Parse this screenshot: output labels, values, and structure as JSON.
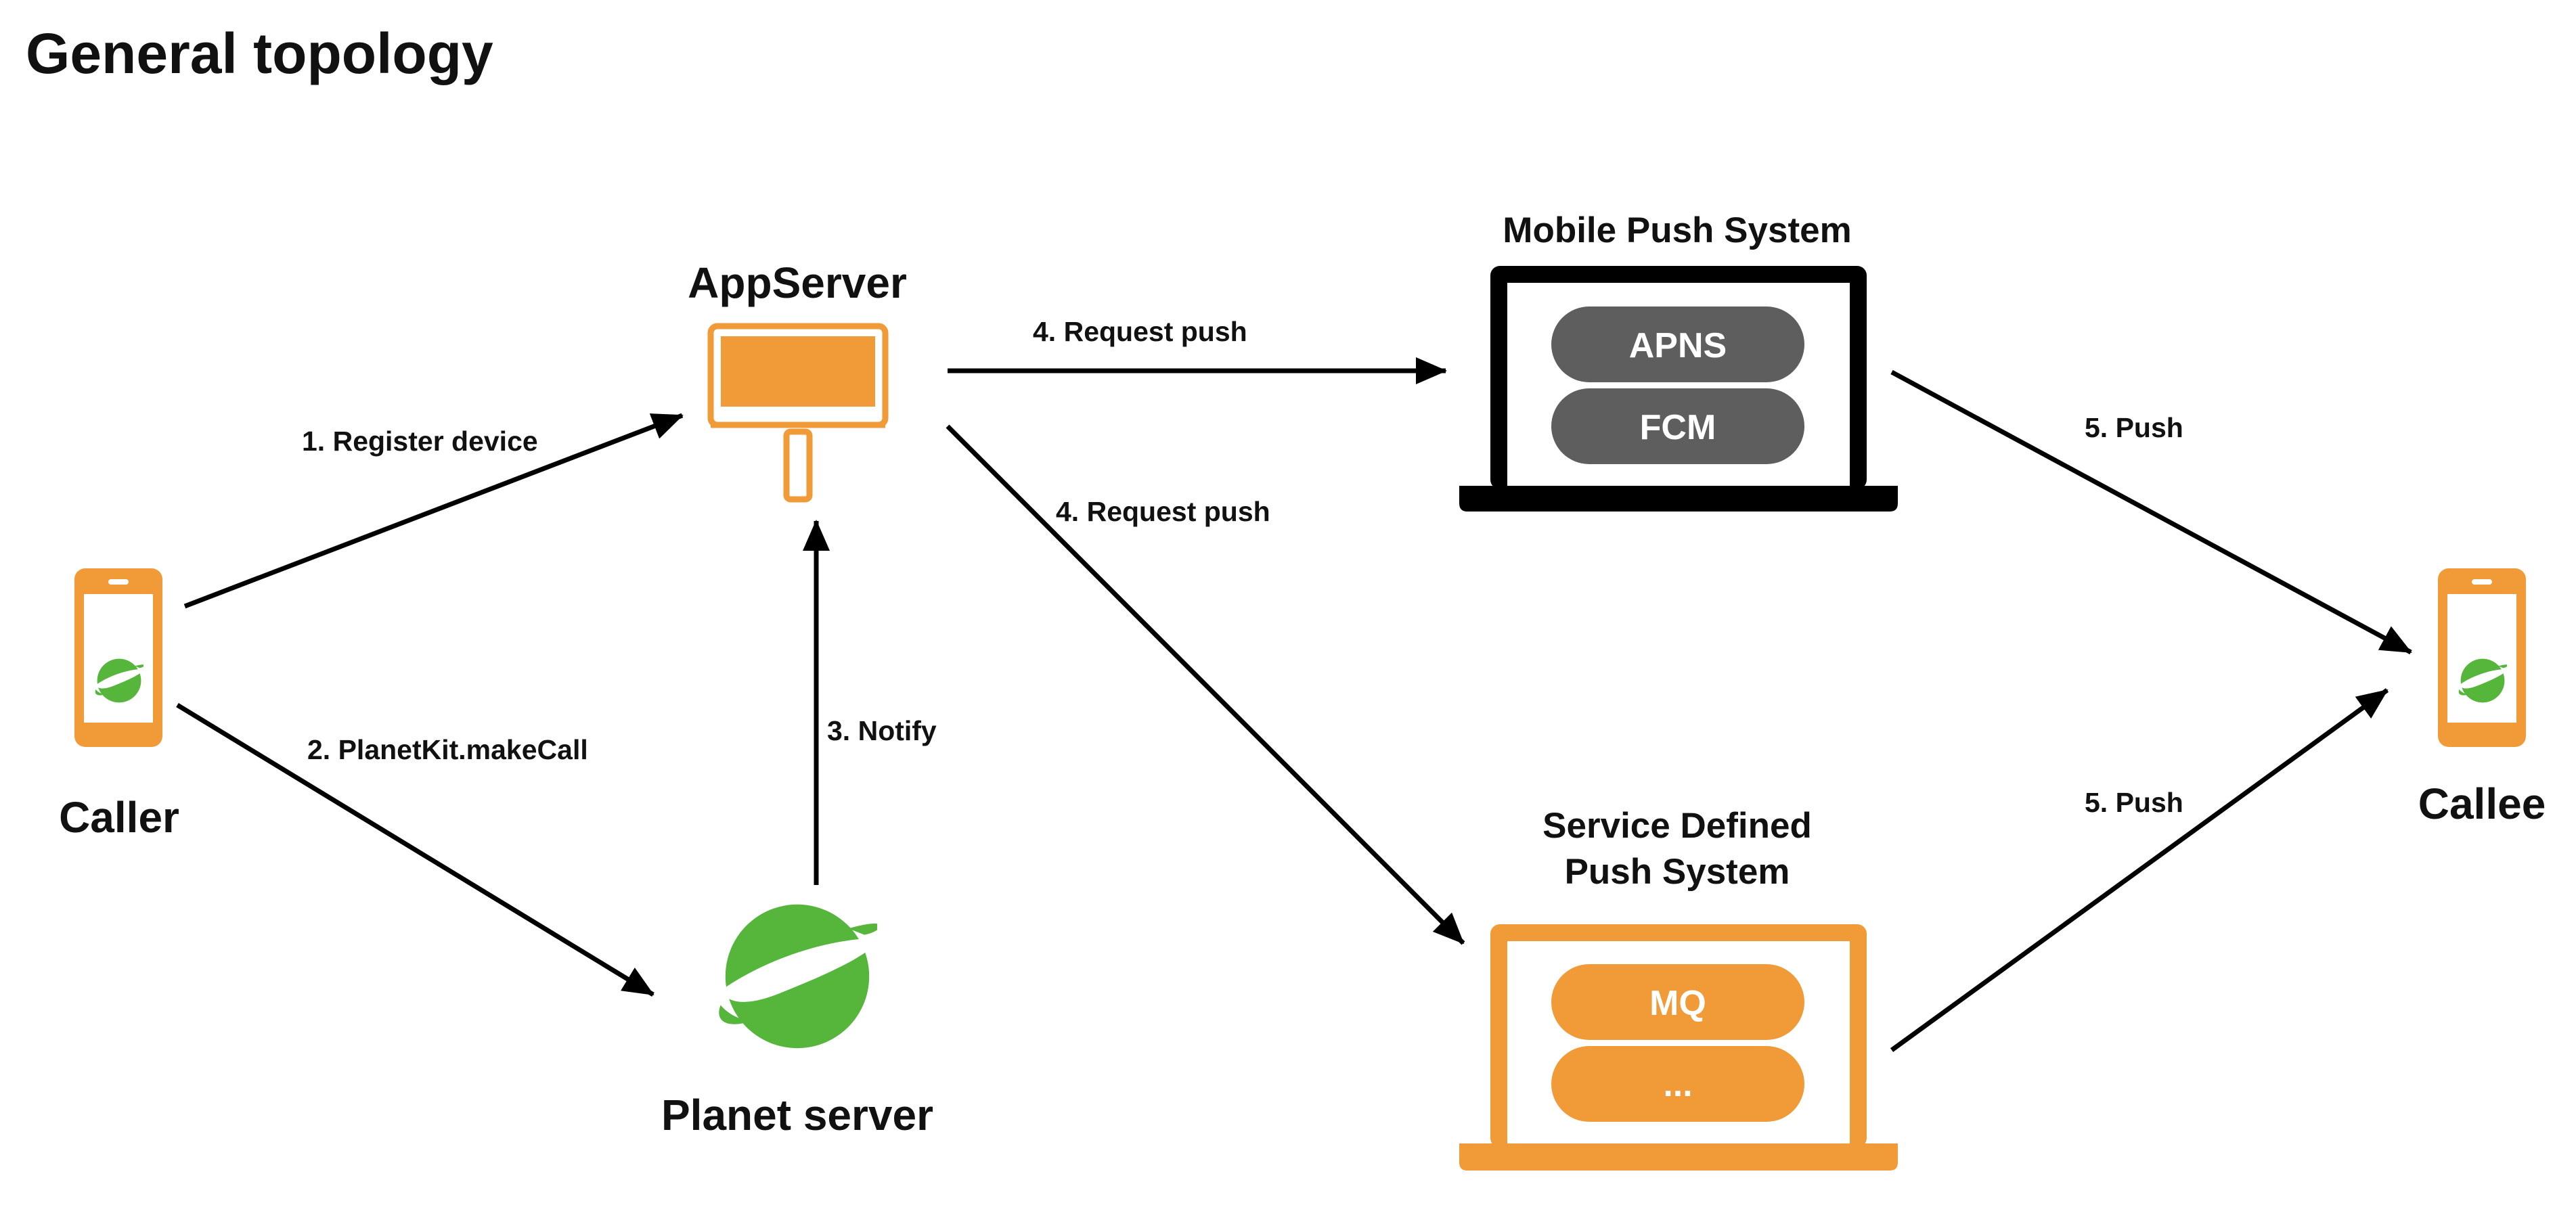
{
  "title": "General topology",
  "colors": {
    "orange": "#F09B38",
    "green": "#56B53B",
    "black": "#000000",
    "pill_gray": "#5E5E5E",
    "white": "#FFFFFF"
  },
  "nodes": {
    "caller": {
      "label": "Caller",
      "icon": "smartphone-icon"
    },
    "callee": {
      "label": "Callee",
      "icon": "smartphone-icon"
    },
    "app_server": {
      "label": "AppServer",
      "icon": "billboard-server-icon"
    },
    "planet_server": {
      "label": "Planet server",
      "icon": "planet-logo-icon"
    },
    "mobile_push": {
      "label": "Mobile Push System",
      "icon": "laptop-icon",
      "items": [
        "APNS",
        "FCM"
      ]
    },
    "service_push": {
      "label_line1": "Service Defined",
      "label_line2": "Push System",
      "icon": "laptop-icon",
      "items": [
        "MQ",
        "..."
      ]
    }
  },
  "edges": [
    {
      "id": "register",
      "from": "caller",
      "to": "app_server",
      "label": "1. Register device"
    },
    {
      "id": "make_call",
      "from": "caller",
      "to": "planet_server",
      "label": "2. PlanetKit.makeCall"
    },
    {
      "id": "notify",
      "from": "planet_server",
      "to": "app_server",
      "label": "3. Notify"
    },
    {
      "id": "request_push_mobile",
      "from": "app_server",
      "to": "mobile_push",
      "label": "4. Request push"
    },
    {
      "id": "request_push_service",
      "from": "app_server",
      "to": "service_push",
      "label": "4. Request push"
    },
    {
      "id": "push_mobile",
      "from": "mobile_push",
      "to": "callee",
      "label": "5. Push"
    },
    {
      "id": "push_service",
      "from": "service_push",
      "to": "callee",
      "label": "5. Push"
    }
  ]
}
